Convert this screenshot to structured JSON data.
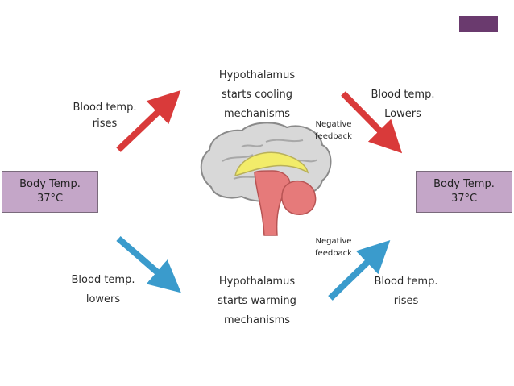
{
  "boxes": {
    "left": {
      "line1": "Body Temp.",
      "line2": "37°C"
    },
    "right": {
      "line1": "Body Temp.",
      "line2": "37°C"
    }
  },
  "labels": {
    "blood_rises_top": [
      "Blood temp.",
      "rises"
    ],
    "cooling": [
      "Hypothalamus",
      "starts cooling",
      "mechanisms"
    ],
    "blood_lowers_top": [
      "Blood temp.",
      "Lowers"
    ],
    "negative_top": [
      "Negative",
      "feedback"
    ],
    "blood_lowers_bottom": [
      "Blood temp.",
      "lowers"
    ],
    "warming": [
      "Hypothalamus",
      "starts warming",
      "mechanisms"
    ],
    "negative_bottom": [
      "Negative",
      "feedback"
    ],
    "blood_rises_bottom": [
      "Blood temp.",
      "rises"
    ]
  },
  "colors": {
    "accent": "#6a3a6e",
    "box_fill": "#c4a6c8",
    "red_arrow": "#d93a3a",
    "blue_arrow": "#3a9bcc",
    "brain": "#d8d8d8",
    "brainstem": "#e67a7a",
    "hypothalamus": "#f2ec6a"
  },
  "icons": [
    "brain-icon"
  ]
}
